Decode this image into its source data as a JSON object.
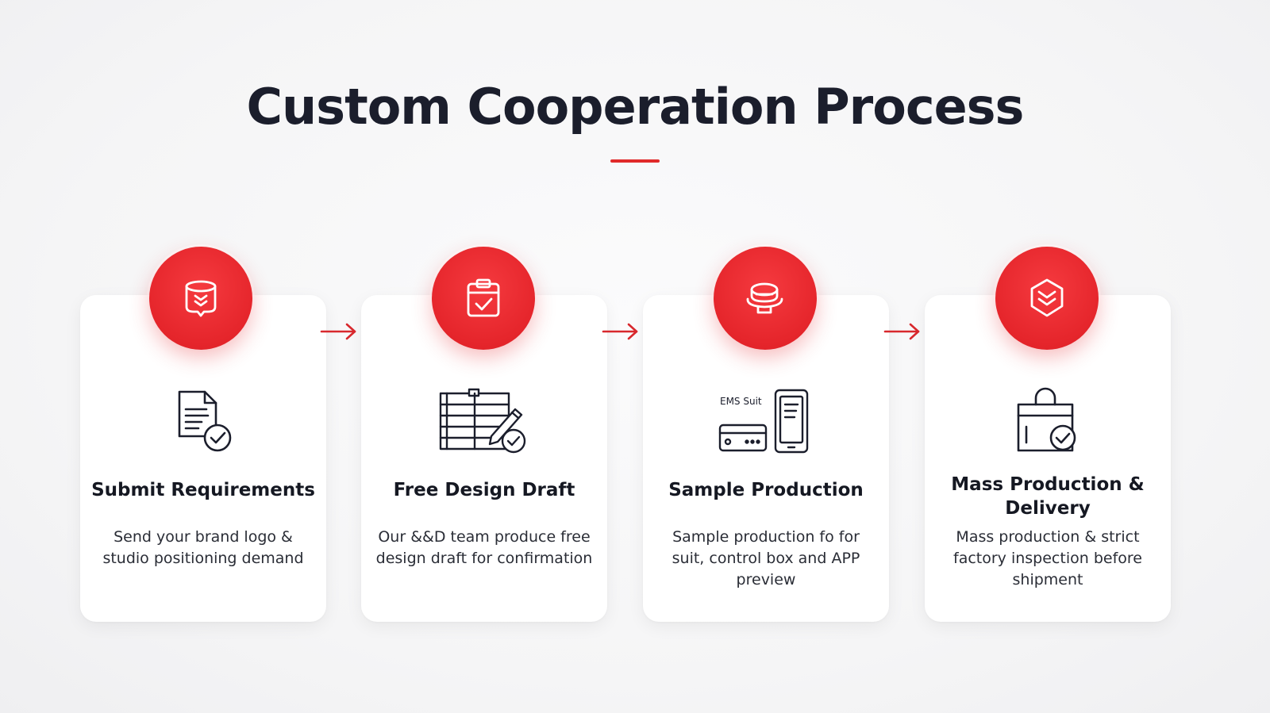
{
  "header": {
    "title": "Custom Cooperation Process"
  },
  "colors": {
    "accent": "#e5252b",
    "text": "#1b1e2c",
    "card": "#ffffff",
    "background": "#f6f6f7"
  },
  "steps": [
    {
      "title": "Submit Requirements",
      "description": "Send your brand logo & studio positioning demand",
      "badge_icon": "download-box-icon",
      "illustration_icon": "document-check-icon"
    },
    {
      "title": "Free Design Draft",
      "description": "Our &&D team produce free design draft for confirmation",
      "badge_icon": "clipboard-check-icon",
      "illustration_icon": "blueprint-pencil-check-icon"
    },
    {
      "title": "Sample Production",
      "description": "Sample production fo for suit, control box and APP preview",
      "badge_icon": "helmet-layers-icon",
      "illustration_icon": "control-box-phone-icon",
      "illustration_label": "EMS Suit"
    },
    {
      "title": "Mass Production & Delivery",
      "description": "Mass production & strict factory inspection before shipment",
      "badge_icon": "shield-chevrons-icon",
      "illustration_icon": "package-check-icon"
    }
  ]
}
